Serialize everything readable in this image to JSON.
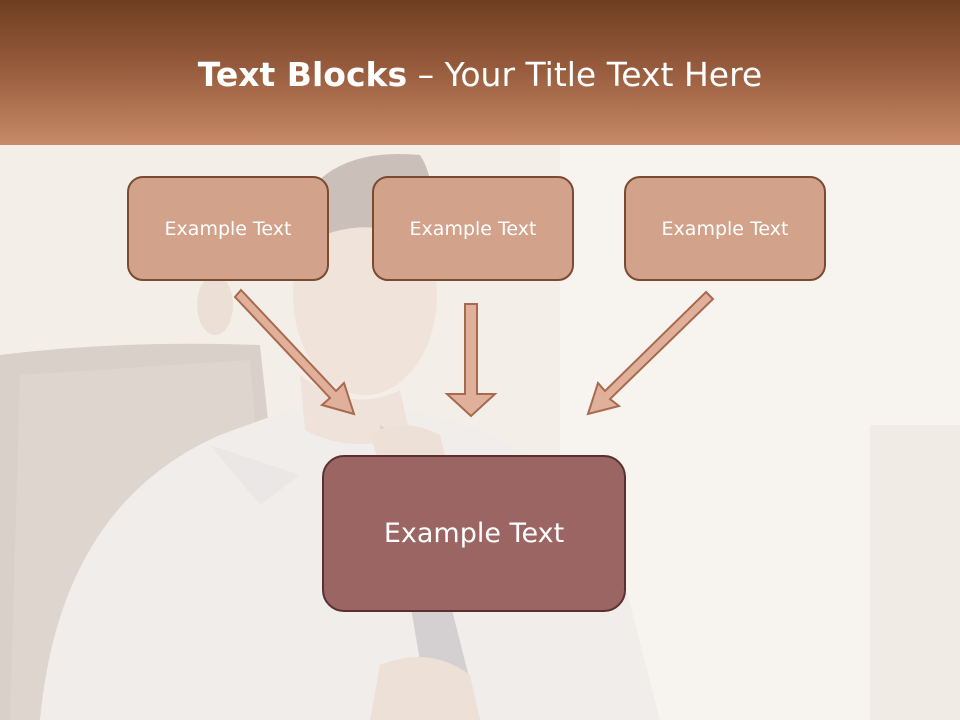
{
  "slide": {
    "title_bold": "Text Blocks",
    "title_dash": " – ",
    "title_rest": "Your Title Text Here"
  },
  "blocks": [
    {
      "label": "Example Text"
    },
    {
      "label": "Example Text"
    },
    {
      "label": "Example Text"
    }
  ],
  "target": {
    "label": "Example Text"
  },
  "colors": {
    "header_top": "#6e3e22",
    "header_bottom": "#c88a68",
    "block_fill": "#d3a28b",
    "block_border": "#7a4a33",
    "target_fill": "#9a6563",
    "arrow_fill": "#e0b09a"
  }
}
